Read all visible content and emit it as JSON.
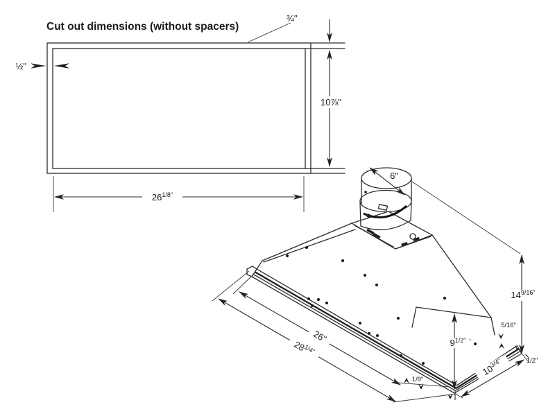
{
  "diagram": {
    "title": "Cut out dimensions (without spacers)",
    "cutout": {
      "top_spacer": "¾\"",
      "side_spacer": "½\"",
      "height": "10⅞\"",
      "width_whole": "26",
      "width_frac": "1/8\""
    },
    "hood": {
      "duct_diameter": "6\"",
      "liner_width": "26\"",
      "overall_width_whole": "28",
      "overall_width_frac": "1/4\"",
      "body_height_whole": "9",
      "body_height_frac": "1/2\"",
      "overall_height_whole": "14",
      "overall_height_frac": "9/16\"",
      "flange": "5/16\"",
      "lip": "1/2\"",
      "gap": "1/8\"",
      "depth_whole": "10",
      "depth_frac": "3/4\""
    }
  }
}
